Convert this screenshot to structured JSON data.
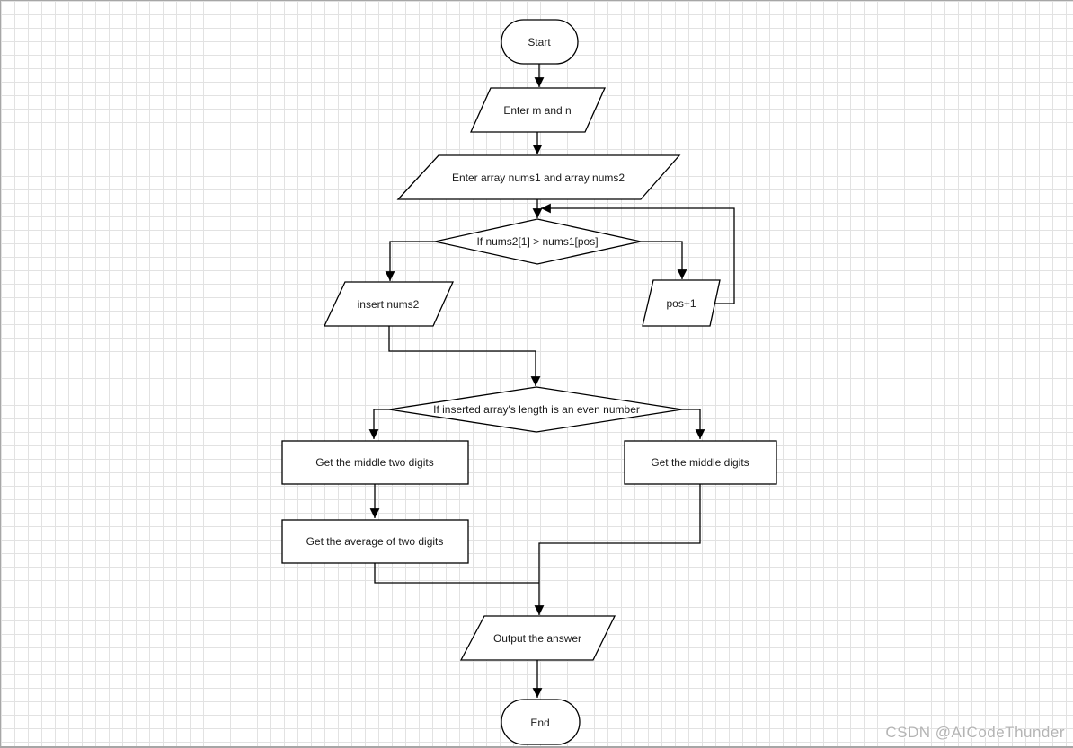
{
  "flowchart": {
    "type": "flowchart",
    "nodes": {
      "start": {
        "label": "Start",
        "shape": "terminator"
      },
      "input_mn": {
        "label": "Enter m and n",
        "shape": "parallelogram"
      },
      "input_arrays": {
        "label": "Enter array nums1 and array nums2",
        "shape": "parallelogram"
      },
      "decision_compare": {
        "label": "If nums2[1] > nums1[pos]",
        "shape": "decision"
      },
      "insert_nums2": {
        "label": "insert nums2",
        "shape": "parallelogram"
      },
      "pos_increment": {
        "label": "pos+1",
        "shape": "parallelogram"
      },
      "decision_even": {
        "label": "If inserted array's length is an even number",
        "shape": "decision"
      },
      "middle_two_digits": {
        "label": "Get the middle two digits",
        "shape": "process"
      },
      "average_two": {
        "label": "Get the average of two digits",
        "shape": "process"
      },
      "middle_digits": {
        "label": "Get the middle digits",
        "shape": "process"
      },
      "output_answer": {
        "label": "Output the answer",
        "shape": "parallelogram"
      },
      "end": {
        "label": "End",
        "shape": "terminator"
      }
    },
    "colors": {
      "shape_fill": "#ffffff",
      "shape_stroke": "#000000",
      "label_text": "#1a1a1a",
      "grid_line": "#e2e2e2",
      "page_background": "#ffffff",
      "page_border": "#a6a6a6",
      "watermark_text": "#b4b4b4"
    }
  },
  "watermark": {
    "text": "CSDN @AICodeThunder"
  }
}
